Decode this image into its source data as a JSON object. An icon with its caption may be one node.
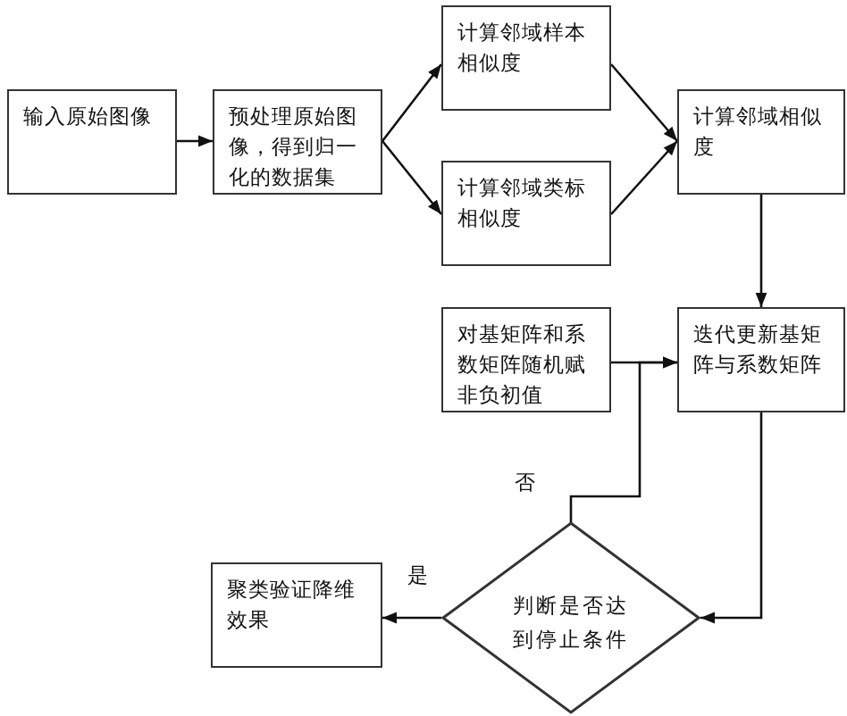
{
  "diagram": {
    "nodes": [
      {
        "text": [
          "输入原始图像"
        ]
      },
      {
        "text": [
          "预处理原始图像，得到归一化的数据集"
        ]
      },
      {
        "text": [
          "计算邻域样本相似度"
        ]
      },
      {
        "text": [
          "计算邻域类标相似度"
        ]
      },
      {
        "text": [
          "计算邻域相似度"
        ]
      },
      {
        "text": [
          "对基矩阵和系数矩阵随机赋非负初值"
        ]
      },
      {
        "text": [
          "迭代更新基矩阵与系数矩阵"
        ]
      },
      {
        "text": [
          "判断是否达到停止条件"
        ]
      },
      {
        "text": [
          "聚类验证降维效果"
        ]
      }
    ],
    "edges": [
      {
        "from": 0,
        "to": 1,
        "arrow": "to"
      },
      {
        "from": 1,
        "to": 2,
        "arrow": "to"
      },
      {
        "from": 1,
        "to": 3,
        "arrow": "to"
      },
      {
        "from": 2,
        "to": 4,
        "arrow": "to"
      },
      {
        "from": 3,
        "to": 4,
        "arrow": "to"
      },
      {
        "from": 4,
        "to": 6,
        "arrow": "to"
      },
      {
        "from": 5,
        "to": 6,
        "arrow": "to"
      },
      {
        "from": 7,
        "to": 6,
        "arrow": "to",
        "label": "否"
      },
      {
        "from": 6,
        "to": 7,
        "arrow": "to"
      },
      {
        "from": 7,
        "to": 8,
        "arrow": "to",
        "label": "是"
      }
    ]
  }
}
